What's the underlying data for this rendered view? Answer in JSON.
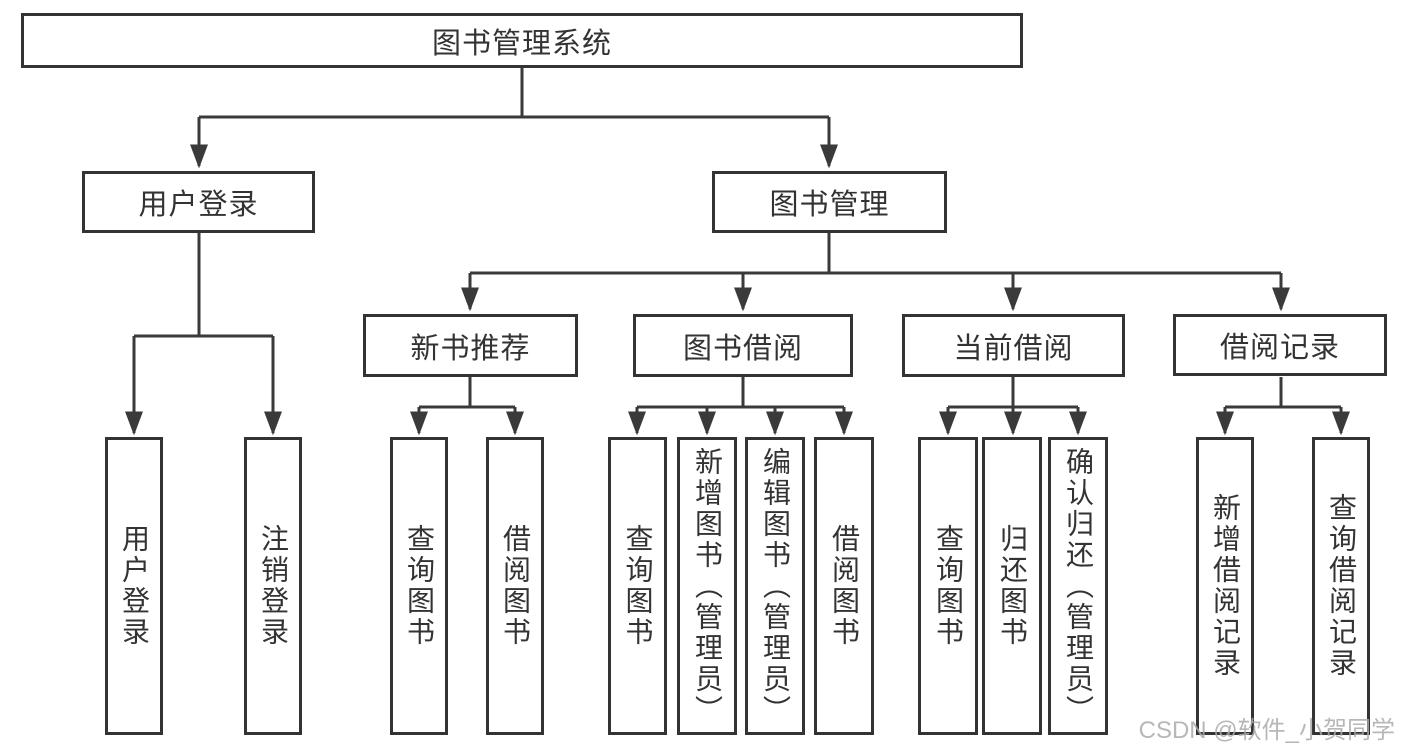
{
  "tree": {
    "root": {
      "label": "图书管理系统"
    },
    "branches": [
      {
        "label": "用户登录",
        "children": [
          {
            "label": "用户登录"
          },
          {
            "label": "注销登录"
          }
        ]
      },
      {
        "label": "图书管理",
        "children": [
          {
            "label": "新书推荐",
            "children": [
              {
                "label": "查询图书"
              },
              {
                "label": "借阅图书"
              }
            ]
          },
          {
            "label": "图书借阅",
            "children": [
              {
                "label": "查询图书"
              },
              {
                "label": "新增图书（管理员）"
              },
              {
                "label": "编辑图书（管理员）"
              },
              {
                "label": "借阅图书"
              }
            ]
          },
          {
            "label": "当前借阅",
            "children": [
              {
                "label": "查询图书"
              },
              {
                "label": "归还图书"
              },
              {
                "label": "确认归还（管理员）"
              }
            ]
          },
          {
            "label": "借阅记录",
            "children": [
              {
                "label": "新增借阅记录"
              },
              {
                "label": "查询借阅记录"
              }
            ]
          }
        ]
      }
    ]
  },
  "watermark": "CSDN @软件_小贺同学",
  "colors": {
    "line": "#3a3a3a",
    "box_border": "#333333",
    "text": "#333333",
    "watermark": "#ababab",
    "background": "#ffffff"
  }
}
